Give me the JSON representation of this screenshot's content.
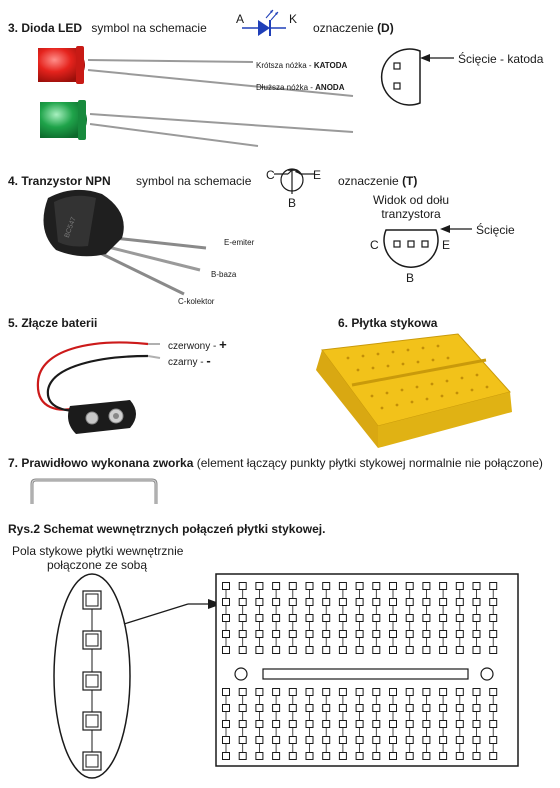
{
  "led": {
    "heading": "3. Dioda LED",
    "symbol_label": "symbol na schemacie",
    "anode_letter": "A",
    "cathode_letter": "K",
    "designation_prefix": "oznaczenie",
    "designation_code": "(D)",
    "short_leg_prefix": "Krótsza nóżka - ",
    "short_leg_name": "KATODA",
    "long_leg_prefix": "Dłuższa nóżka - ",
    "long_leg_name": "ANODA",
    "cut_label": "Ścięcie - katoda"
  },
  "transistor": {
    "heading": "4. Tranzystor NPN",
    "symbol_label": "symbol na schemacie",
    "pin_c": "C",
    "pin_e": "E",
    "pin_b": "B",
    "designation_prefix": "oznaczenie",
    "designation_code": "(T)",
    "bottom_view_line1": "Widok od dołu",
    "bottom_view_line2": "tranzystora",
    "cut_label": "Ścięcie",
    "emitter_label": "E-emiter",
    "base_label": "B-baza",
    "collector_label": "C-kolektor",
    "body_marking": "BC547"
  },
  "battery": {
    "heading": "5. Złącze baterii",
    "red_label": "czerwony - ",
    "red_sign": "+",
    "black_label": "czarny - ",
    "black_sign": "-"
  },
  "breadboard": {
    "heading": "6. Płytka stykowa"
  },
  "jumper": {
    "heading": "7. Prawidłowo wykonana zworka",
    "description": "(element łączący punkty płytki stykowej normalnie nie połączone)"
  },
  "figure": {
    "heading": "Rys.2 Schemat wewnętrznych połączeń płytki stykowej.",
    "callout_line1": "Pola stykowe płytki wewnętrznie",
    "callout_line2": "połączone ze sobą"
  },
  "colors": {
    "led_red": "#e5231d",
    "led_green": "#1fa34a",
    "led_symbol_blue": "#1f3fb8",
    "breadboard_yellow": "#f2c21a",
    "wire_red": "#cc1a1a",
    "ink": "#1a1a1a"
  }
}
